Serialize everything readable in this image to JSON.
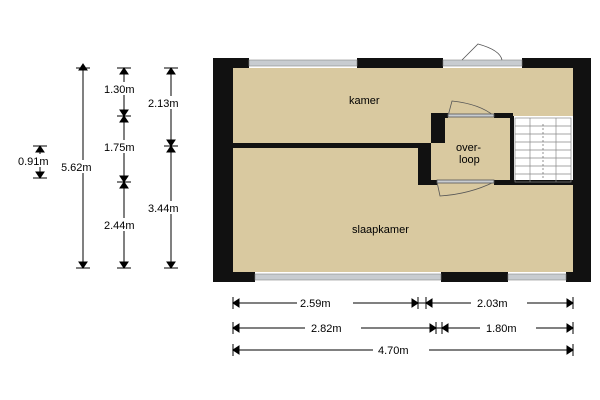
{
  "rooms": {
    "kamer": "kamer",
    "overloop_line1": "over-",
    "overloop_line2": "loop",
    "slaapkamer": "slaapkamer"
  },
  "dimensions": {
    "left": {
      "total": "5.62m",
      "small": "0.91m",
      "d130": "1.30m",
      "d175": "1.75m",
      "d244": "2.44m",
      "d213": "2.13m",
      "d344": "3.44m"
    },
    "bottom": {
      "row1_a": "2.59m",
      "row1_b": "2.03m",
      "row2_a": "2.82m",
      "row2_b": "1.80m",
      "row3_total": "4.70m"
    }
  },
  "colors": {
    "floor": "#d9c9a0",
    "wall": "#111111",
    "window": "#c8ccd0",
    "dim_line": "#000000"
  }
}
